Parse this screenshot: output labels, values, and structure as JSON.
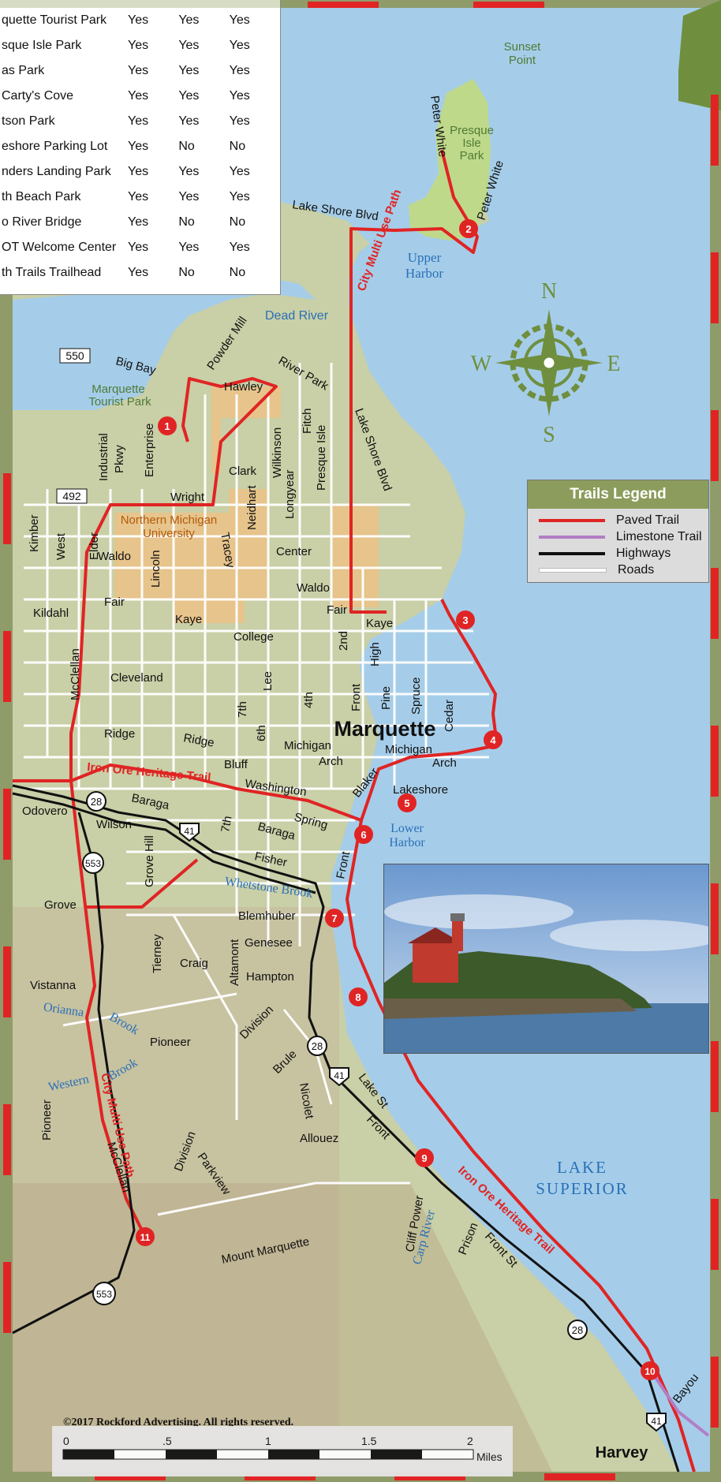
{
  "amenity_table": {
    "rows": [
      {
        "name": "quette Tourist Park",
        "c1": "Yes",
        "c2": "Yes",
        "c3": "Yes"
      },
      {
        "name": "sque Isle Park",
        "c1": "Yes",
        "c2": "Yes",
        "c3": "Yes"
      },
      {
        "name": "as Park",
        "c1": "Yes",
        "c2": "Yes",
        "c3": "Yes"
      },
      {
        "name": "Carty's Cove",
        "c1": "Yes",
        "c2": "Yes",
        "c3": "Yes"
      },
      {
        "name": "tson Park",
        "c1": "Yes",
        "c2": "Yes",
        "c3": "Yes"
      },
      {
        "name": "eshore Parking Lot",
        "c1": "Yes",
        "c2": "No",
        "c3": "No"
      },
      {
        "name": "nders Landing Park",
        "c1": "Yes",
        "c2": "Yes",
        "c3": "Yes"
      },
      {
        "name": "th Beach Park",
        "c1": "Yes",
        "c2": "Yes",
        "c3": "Yes"
      },
      {
        "name": "o River Bridge",
        "c1": "Yes",
        "c2": "No",
        "c3": "No"
      },
      {
        "name": "OT Welcome Center",
        "c1": "Yes",
        "c2": "Yes",
        "c3": "Yes"
      },
      {
        "name": "th Trails Trailhead",
        "c1": "Yes",
        "c2": "No",
        "c3": "No"
      }
    ]
  },
  "legend": {
    "title": "Trails Legend",
    "items": [
      {
        "label": "Paved Trail",
        "color": "#e02424"
      },
      {
        "label": "Limestone Trail",
        "color": "#b27ec4"
      },
      {
        "label": "Highways",
        "color": "#111111"
      },
      {
        "label": "Roads",
        "color": "#ffffff"
      }
    ]
  },
  "city_name": "Marquette",
  "town_name": "Harvey",
  "compass": {
    "n": "N",
    "s": "S",
    "e": "E",
    "w": "W"
  },
  "water": {
    "lake": "LAKE",
    "lake2": "SUPERIOR",
    "upper": "Upper",
    "upper2": "Harbor",
    "lower": "Lower",
    "lower2": "Harbor",
    "dead_river": "Dead River",
    "whetstone": "Whetstone Brook",
    "orianna": "Orianna",
    "orianna_brook": "Brook",
    "western": "Western",
    "western_brook": "Brook",
    "carp": "Carp River"
  },
  "places": {
    "sunset": "Sunset",
    "sunset2": "Point",
    "presque": "Presque",
    "presque2": "Isle",
    "presque3": "Park",
    "tourist": "Marquette",
    "tourist2": "Tourist Park",
    "nmu": "Northern Michigan",
    "nmu2": "University"
  },
  "trails": {
    "city_path_north": "City Multi Use Path",
    "city_path_south": "City Multi Use Path",
    "iron_west": "Iron Ore Heritage Trail",
    "iron_south": "Iron Ore Heritage Trail"
  },
  "highways": {
    "h550": "550",
    "h492": "492",
    "h28a": "28",
    "h41a": "41",
    "h553a": "553",
    "h28b": "28",
    "h41b": "41",
    "h553b": "553",
    "h28c": "28",
    "h41c": "41"
  },
  "markers": [
    "1",
    "2",
    "3",
    "4",
    "5",
    "6",
    "7",
    "8",
    "9",
    "10",
    "11"
  ],
  "streets": {
    "lake_shore": "Lake Shore Blvd",
    "lake_shore2": "Lake Shore Blvd",
    "peter_white": "Peter White",
    "peter_white2": "Peter White",
    "powder_mill": "Powder Mill",
    "river_park": "River Park",
    "big_bay": "Big Bay",
    "hawley": "Hawley",
    "industrial": "Industrial",
    "pkwy": "Pkwy",
    "enterprise": "Enterprise",
    "wilkinson": "Wilkinson",
    "fitch": "Fitch",
    "presque_isle": "Presque Isle",
    "clark": "Clark",
    "neidhart": "Neidhart",
    "longyear": "Longyear",
    "wright": "Wright",
    "tracey": "Tracey",
    "center": "Center",
    "kimber": "Kimber",
    "west": "West",
    "elder": "Elder",
    "waldo": "Waldo",
    "lincoln": "Lincoln",
    "waldo2": "Waldo",
    "fair": "Fair",
    "fair2": "Fair",
    "kildahl": "Kildahl",
    "kaye": "Kaye",
    "kaye2": "Kaye",
    "college": "College",
    "second": "2nd",
    "high": "High",
    "mcclellan": "McClellan",
    "cleveland": "Cleveland",
    "lee": "Lee",
    "fourth": "4th",
    "front": "Front",
    "pine": "Pine",
    "spruce": "Spruce",
    "cedar": "Cedar",
    "seventh": "7th",
    "sixth": "6th",
    "ridge": "Ridge",
    "ridge2": "Ridge",
    "michigan": "Michigan",
    "arch": "Arch",
    "michigan2": "Michigan",
    "arch2": "Arch",
    "bluff": "Bluff",
    "washington": "Washington",
    "blaker": "Blaker",
    "lakeshore": "Lakeshore",
    "baraga": "Baraga",
    "odovero": "Odovero",
    "wilson": "Wilson",
    "seventh2": "7th",
    "baraga2": "Baraga",
    "spring": "Spring",
    "fisher": "Fisher",
    "front2": "Front",
    "grove_hill": "Grove Hill",
    "grove": "Grove",
    "blemhuber": "Blemhuber",
    "tierney": "Tierney",
    "craig": "Craig",
    "altamont": "Altamont",
    "genesee": "Genesee",
    "hampton": "Hampton",
    "vistanna": "Vistanna",
    "pioneer": "Pioneer",
    "division": "Division",
    "brule": "Brule",
    "lake_st": "Lake St",
    "pioneer2": "Pioneer",
    "nicolet": "Nicolet",
    "front3": "Front",
    "allouez": "Allouez",
    "mcclellan2": "McClellan",
    "division2": "Division",
    "parkview": "Parkview",
    "cliff_power": "Cliff Power",
    "prison": "Prison",
    "front_st": "Front St",
    "mount_marquette": "Mount Marquette",
    "bayou": "Bayou"
  },
  "copyright": "©2017 Rockford Advertising. All rights reserved.",
  "scale": {
    "t0": "0",
    "t1": ".5",
    "t2": "1",
    "t3": "1.5",
    "t4": "2",
    "unit": "Miles"
  }
}
